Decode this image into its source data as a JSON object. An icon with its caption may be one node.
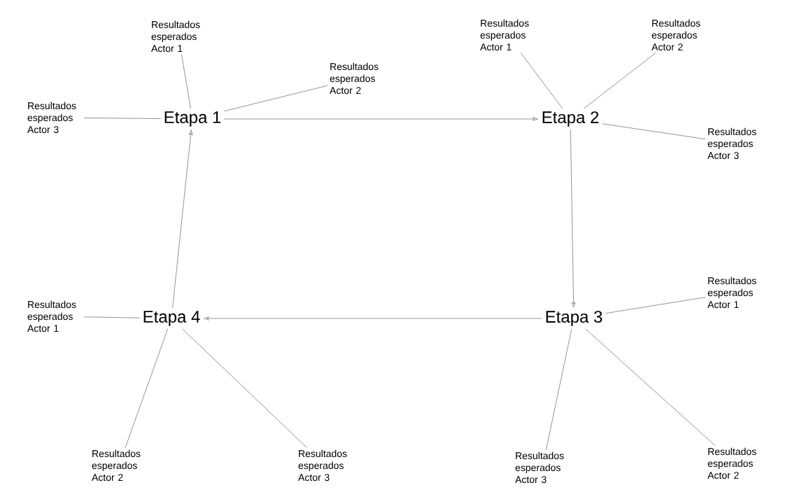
{
  "diagram": {
    "nodes": [
      {
        "text": [
          "Etapa 1"
        ]
      },
      {
        "text": [
          "Resultados esperados Actor 1"
        ]
      },
      {
        "text": [
          "Resultados esperados Actor 2"
        ]
      },
      {
        "text": [
          "Resultados esperados Actor 3"
        ]
      },
      {
        "text": [
          "Etapa 2"
        ]
      },
      {
        "text": [
          "Resultados esperados Actor 1"
        ]
      },
      {
        "text": [
          "Resultados esperados Actor 2"
        ]
      },
      {
        "text": [
          "Resultados esperados Actor 3"
        ]
      },
      {
        "text": [
          "Etapa 3"
        ]
      },
      {
        "text": [
          "Resultados esperados Actor 1"
        ]
      },
      {
        "text": [
          "Resultados esperados Actor 2"
        ]
      },
      {
        "text": [
          "Resultados esperados Actor 3"
        ]
      },
      {
        "text": [
          "Etapa 4"
        ]
      },
      {
        "text": [
          "Resultados esperados Actor 1"
        ]
      },
      {
        "text": [
          "Resultados esperados Actor 2"
        ]
      },
      {
        "text": [
          "Resultados esperados Actor 3"
        ]
      }
    ],
    "edges": [
      {
        "from": 0,
        "to": 4,
        "arrow": "to"
      },
      {
        "from": 4,
        "to": 8,
        "arrow": "to"
      },
      {
        "from": 8,
        "to": 12,
        "arrow": "to"
      },
      {
        "from": 12,
        "to": 0,
        "arrow": "to"
      },
      {
        "from": 0,
        "to": 1,
        "arrow": "none"
      },
      {
        "from": 0,
        "to": 2,
        "arrow": "none"
      },
      {
        "from": 0,
        "to": 3,
        "arrow": "none"
      },
      {
        "from": 4,
        "to": 5,
        "arrow": "none"
      },
      {
        "from": 4,
        "to": 6,
        "arrow": "none"
      },
      {
        "from": 4,
        "to": 7,
        "arrow": "none"
      },
      {
        "from": 8,
        "to": 9,
        "arrow": "none"
      },
      {
        "from": 8,
        "to": 10,
        "arrow": "none"
      },
      {
        "from": 8,
        "to": 11,
        "arrow": "none"
      },
      {
        "from": 12,
        "to": 13,
        "arrow": "none"
      },
      {
        "from": 12,
        "to": 14,
        "arrow": "none"
      },
      {
        "from": 12,
        "to": 15,
        "arrow": "none"
      }
    ]
  }
}
